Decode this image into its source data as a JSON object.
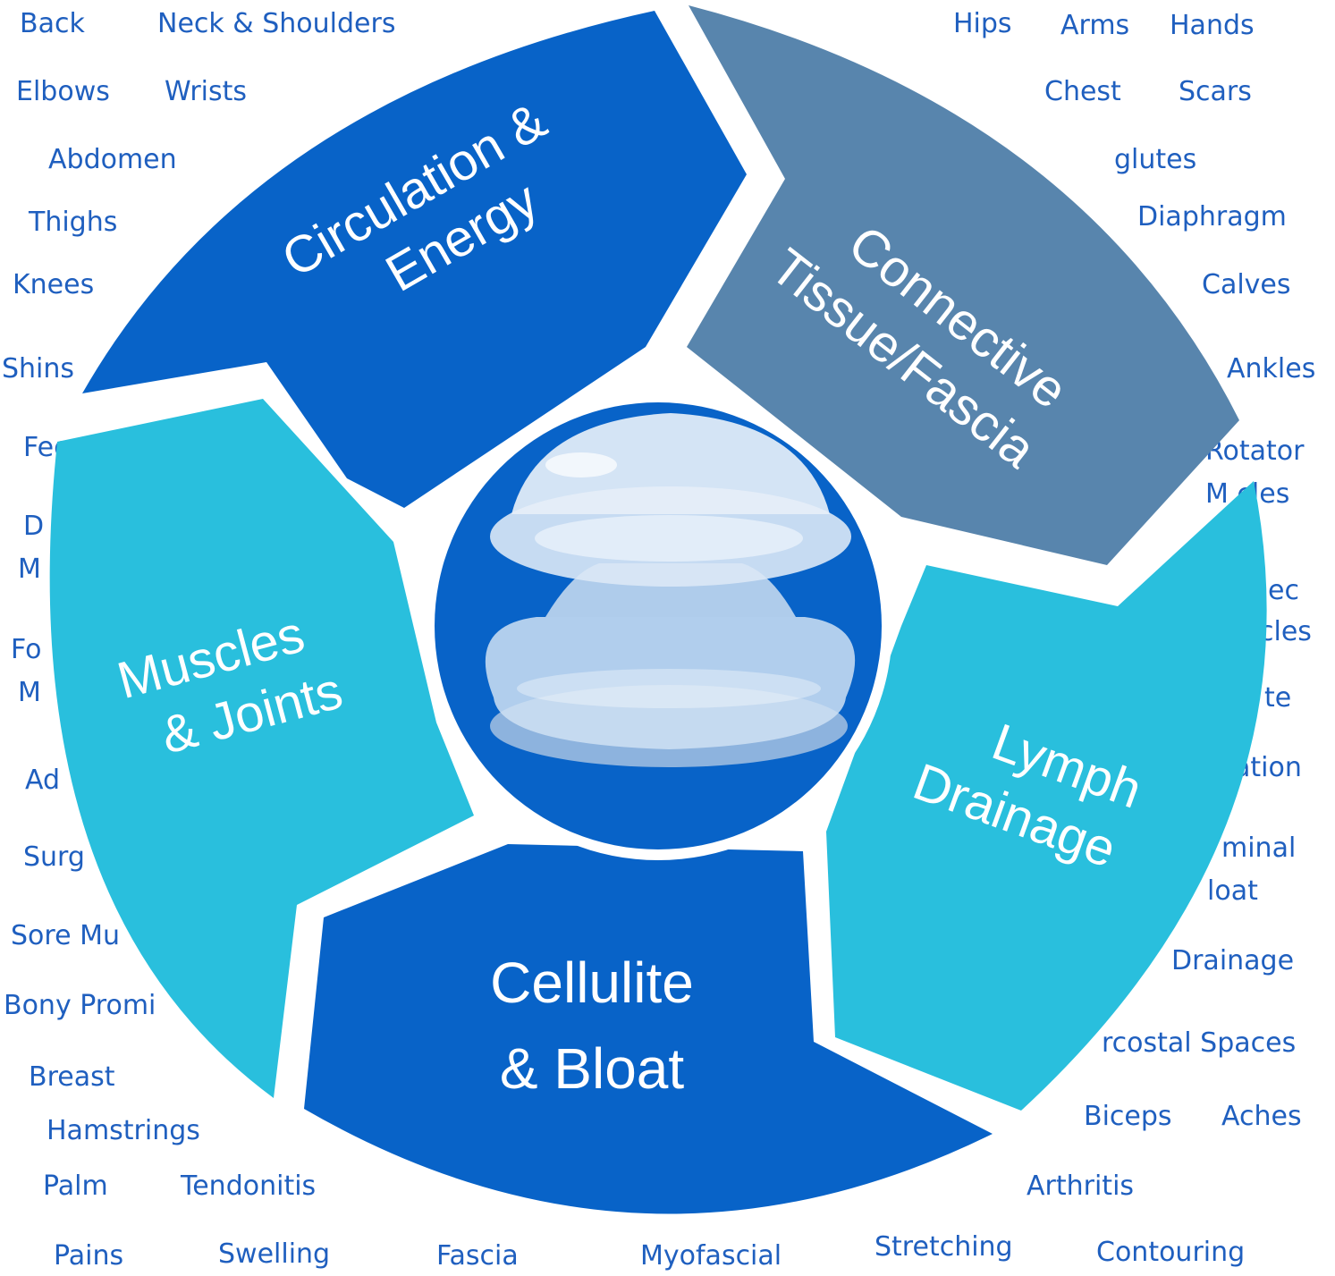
{
  "colors": {
    "background": "#ffffff",
    "label_text": "#1f5fbf",
    "dark_blue": "#0863c8",
    "slate_blue": "#5885ad",
    "light_blue": "#29bfdd",
    "segment_text": "#ffffff"
  },
  "segments": {
    "circulation": {
      "line1": "Circulation &",
      "line2": "Energy"
    },
    "connective": {
      "line1": "Connective",
      "line2": "Tissue/Fascia"
    },
    "lymph": {
      "line1": "Lymph",
      "line2": "Drainage"
    },
    "cellulite": {
      "line1": "Cellulite",
      "line2": "& Bloat"
    },
    "muscles": {
      "line1": "Muscles",
      "line2": "& Joints"
    }
  },
  "center_image": "silicone-cup-icon",
  "labels": {
    "back": "Back",
    "neck_shoulders": "Neck & Shoulders",
    "elbows": "Elbows",
    "wrists": "Wrists",
    "abdomen": "Abdomen",
    "thighs": "Thighs",
    "knees": "Knees",
    "shins": "Shins",
    "feet_partial": "Fee",
    "d_partial": "D",
    "m_partial_1": "M",
    "fo_partial": "Fo",
    "m_partial_2": "M",
    "ad_partial": "Ad",
    "surg_partial": "Surg",
    "sore_muscles_partial": "Sore Mu",
    "bony_prominences_partial": "Bony Promi",
    "breast": "Breast",
    "hamstrings": "Hamstrings",
    "palm": "Palm",
    "tendonitis": "Tendonitis",
    "pains": "Pains",
    "swelling": "Swelling",
    "fascia": "Fascia",
    "myofascial": "Myofascial",
    "stretching": "Stretching",
    "contouring": "Contouring",
    "arthritis": "Arthritis",
    "biceps": "Biceps",
    "aches": "Aches",
    "intercostal_partial": "rcostal Spaces",
    "drainage_partial": "Drainage",
    "bloat_partial": "loat",
    "abdominal_partial": "minal",
    "ation_partial": "ation",
    "te_partial": "te",
    "cles_partial_1": "cles",
    "ec_partial": "ec",
    "cles_partial_2": "M   cles",
    "rotator": "Rotator",
    "ankles": "Ankles",
    "calves": "Calves",
    "diaphragm": "Diaphragm",
    "glutes": "glutes",
    "chest": "Chest",
    "scars": "Scars",
    "hips": "Hips",
    "arms": "Arms",
    "hands": "Hands"
  }
}
